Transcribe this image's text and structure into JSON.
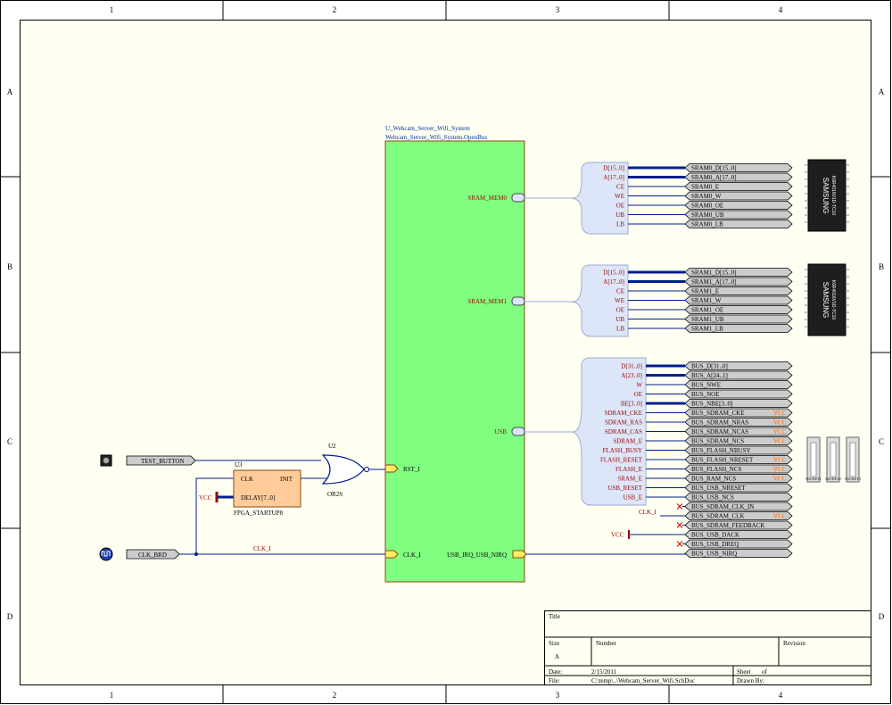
{
  "frame": {
    "col_labels": [
      "1",
      "2",
      "3",
      "4"
    ],
    "row_labels": [
      "A",
      "B",
      "C",
      "D"
    ]
  },
  "system": {
    "designator": "U_Webcam_Server_Wifi_System",
    "component": "Webcam_Server_Wifi_System.OpenBus",
    "pins_right": [
      "SRAM_MEM0",
      "SRAM_MEM1",
      "USB",
      "USB_IRQ_USB_NIRQ"
    ],
    "pins_left": [
      "RST_I",
      "CLK_I"
    ]
  },
  "sram0": {
    "signals": [
      "D[15..0]",
      "A[17..0]",
      "CE",
      "WE",
      "OE",
      "UB",
      "LB"
    ],
    "ports": [
      "SRAM0_D[15..0]",
      "SRAM0_A[17..0]",
      "SRAM0_E",
      "SRAM0_W",
      "SRAM0_OE",
      "SRAM0_UB",
      "SRAM0_LB"
    ]
  },
  "sram1": {
    "signals": [
      "D[15..0]",
      "A[17..0]",
      "CE",
      "WE",
      "OE",
      "UB",
      "LB"
    ],
    "ports": [
      "SRAM1_D[15..0]",
      "SRAM1_A[17..0]",
      "SRAM1_E",
      "SRAM1_W",
      "SRAM1_OE",
      "SRAM1_UB",
      "SRAM1_LB"
    ]
  },
  "chip_text": {
    "brand": "SAMSUNG",
    "part": "K6R4016V1D-TC10"
  },
  "usb": {
    "signals": [
      "D[31..0]",
      "A[23..0]",
      "W",
      "OE",
      "BE[3..0]",
      "SDRAM_CKE",
      "SDRAM_RAS",
      "SDRAM_CAS",
      "SDRAM_E",
      "FLASH_BUSY",
      "FLASH_RESET",
      "FLASH_E",
      "SRAM_E",
      "USB_RESET",
      "USB_E"
    ],
    "ports": [
      "BUS_D[31..0]",
      "BUS_A[24..1]",
      "BUS_NWE",
      "BUS_NOE",
      "BUS_NBE[3..0]",
      "BUS_SDRAM_CKE",
      "BUS_SDRAM_NRAS",
      "BUS_SDRAM_NCAS",
      "BUS_SDRAM_NCS",
      "BUS_FLASH_NBUSY",
      "BUS_FLASH_NRESET",
      "BUS_FLASH_NCS",
      "BUS_RAM_NCS",
      "BUS_USB_NRESET",
      "BUS_USB_NCS",
      "BUS_SDRAM_CLK_IN",
      "BUS_SDRAM_CLK",
      "BUS_SDRAM_FEEDBACK",
      "BUS_USB_DACK",
      "BUS_USB_DREQ",
      "BUS_USB_NIRQ"
    ],
    "vcc": "VCC",
    "clk_label": "CLK_I"
  },
  "startup": {
    "designator": "U3",
    "name": "FPGA_STARTUP8",
    "pin_clk": "CLK",
    "pin_init": "INIT",
    "pin_delay": "DELAY[7..0]"
  },
  "gate": {
    "designator": "U2",
    "name": "OR2S"
  },
  "inputs": {
    "test_button": "TEST_BUTTON",
    "clk_brd": "CLK_BRD",
    "clk_net": "CLK_I",
    "vcc": "VCC"
  },
  "connectors": [
    "SOCKET1",
    "SOCKET2",
    "SOCKET3"
  ],
  "title_block": {
    "title": "Title",
    "size": "Size",
    "size_val": "A",
    "number": "Number",
    "revision": "Revision",
    "date": "Date:",
    "date_val": "2/15/2011",
    "sheet": "Sheet",
    "of": "of",
    "file": "File:",
    "file_val": "C:\\temp\\..\\Webcam_Server_Wifi.SchDoc",
    "drawn": "Drawn By:"
  },
  "colors": {
    "system_fill": "#80ff80",
    "startup_fill": "#ffcc99",
    "wire": "#001f8f",
    "bundle_fill": "#dde6f8",
    "port_fill": "#cccccc",
    "vcc": "#ff6600",
    "power_port": "#990000"
  }
}
